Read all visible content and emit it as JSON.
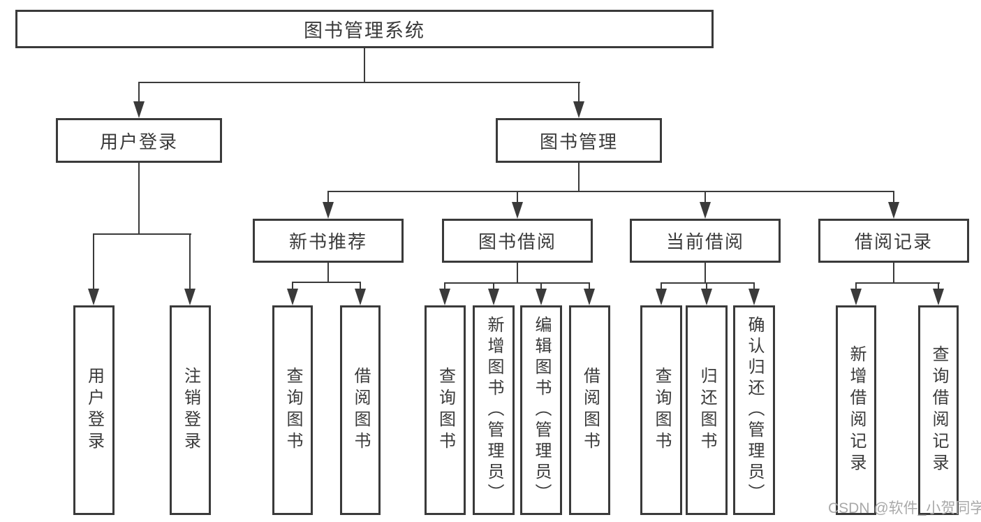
{
  "diagram_type": "hierarchy-tree",
  "tree": {
    "label": "图书管理系统",
    "children": [
      {
        "label": "用户登录",
        "children": [
          {
            "label": "用户登录"
          },
          {
            "label": "注销登录"
          }
        ]
      },
      {
        "label": "图书管理",
        "children": [
          {
            "label": "新书推荐",
            "children": [
              {
                "label": "查询图书"
              },
              {
                "label": "借阅图书"
              }
            ]
          },
          {
            "label": "图书借阅",
            "children": [
              {
                "label": "查询图书"
              },
              {
                "label": "新增图书（管理员）"
              },
              {
                "label": "编辑图书（管理员）"
              },
              {
                "label": "借阅图书"
              }
            ]
          },
          {
            "label": "当前借阅",
            "children": [
              {
                "label": "查询图书"
              },
              {
                "label": "归还图书"
              },
              {
                "label": "确认归还（管理员）"
              }
            ]
          },
          {
            "label": "借阅记录",
            "children": [
              {
                "label": "新增借阅记录"
              },
              {
                "label": "查询借阅记录"
              }
            ]
          }
        ]
      }
    ]
  },
  "watermark": "CSDN @软件_小贺同学",
  "colors": {
    "line": "#3a3a3a",
    "text": "#3a3a3a",
    "background": "#ffffff",
    "watermark": "#a9a9a9"
  }
}
